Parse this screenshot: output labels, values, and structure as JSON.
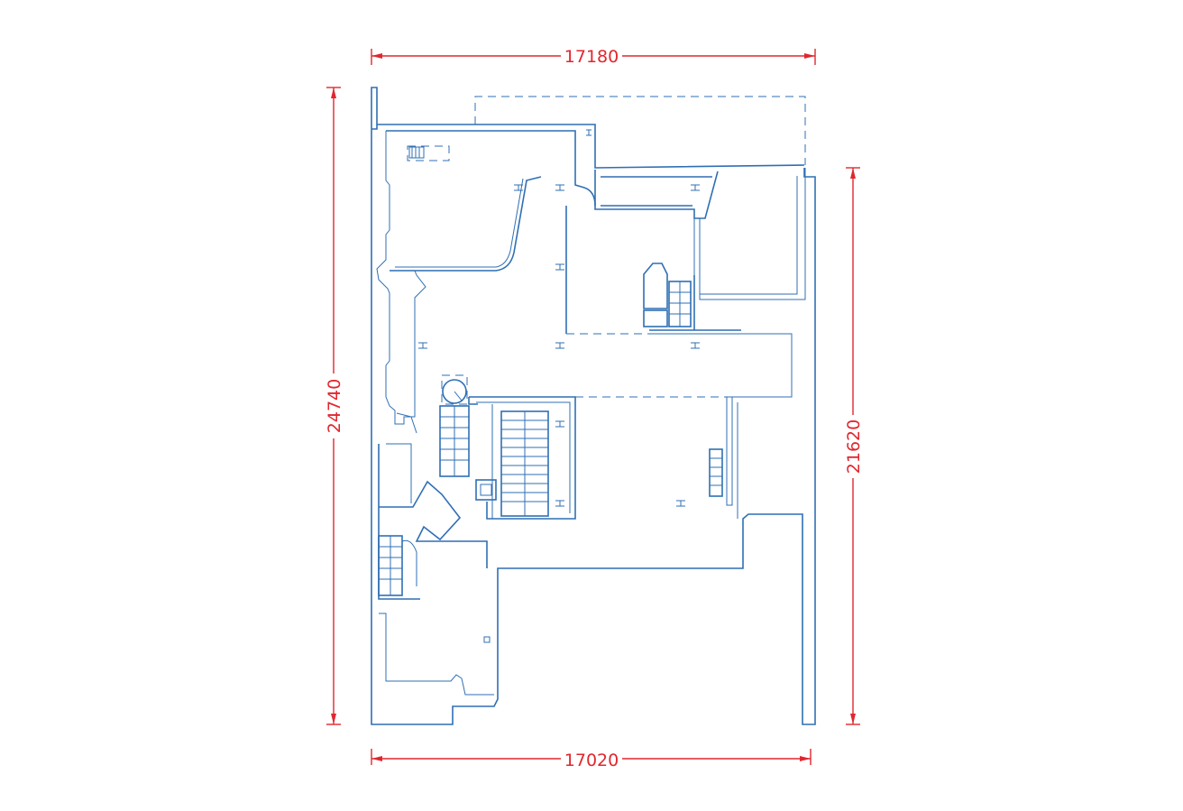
{
  "colors": {
    "background": "#ffffff",
    "dimension": "#e0272f",
    "plan": "#2f6fb4"
  },
  "dimensions": {
    "top_width": "17180",
    "bottom_width": "17020",
    "left_height": "24740",
    "right_height": "21620"
  }
}
